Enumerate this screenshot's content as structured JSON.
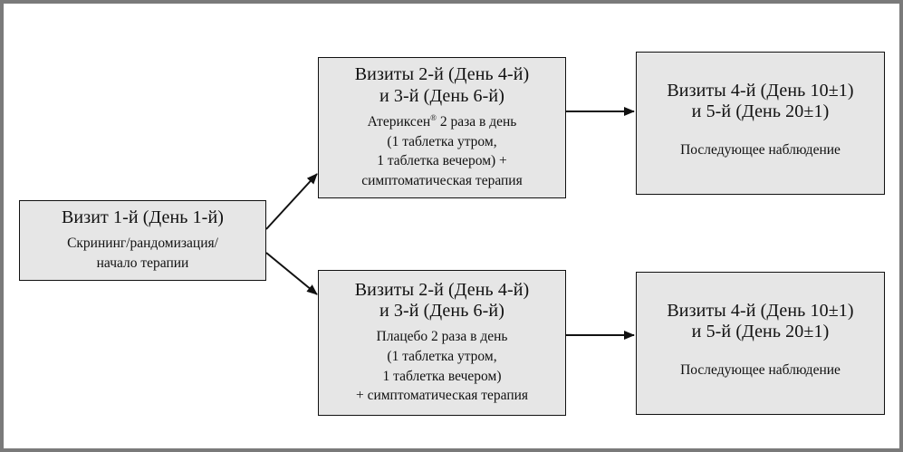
{
  "visit1": {
    "title": "Визит 1-й (День 1-й)",
    "line1": "Скрининг/рандомизация/",
    "line2": "начало терапии"
  },
  "arm_top": {
    "title1": "Визиты 2-й (День 4-й)",
    "title2": "и 3-й (День 6-й)",
    "drug": "Атериксен",
    "reg": "®",
    "drug_rest": " 2 раза в день",
    "line2": "(1 таблетка утром,",
    "line3": "1 таблетка вечером) +",
    "line4": "симптоматическая терапия"
  },
  "arm_bottom": {
    "title1": "Визиты 2-й (День 4-й)",
    "title2": "и 3-й (День 6-й)",
    "line1": "Плацебо 2 раза в день",
    "line2": "(1 таблетка утром,",
    "line3": "1 таблетка вечером)",
    "line4": "+ симптоматическая терапия"
  },
  "followup_top": {
    "title1": "Визиты 4-й (День 10±1)",
    "title2": "и 5-й (День 20±1)",
    "note": "Последующее наблюдение"
  },
  "followup_bottom": {
    "title1": "Визиты 4-й (День 10±1)",
    "title2": "и 5-й (День 20±1)",
    "note": "Последующее наблюдение"
  },
  "colors": {
    "box_fill": "#e6e6e6",
    "stroke": "#111111",
    "frame": "#7a7a7a"
  }
}
